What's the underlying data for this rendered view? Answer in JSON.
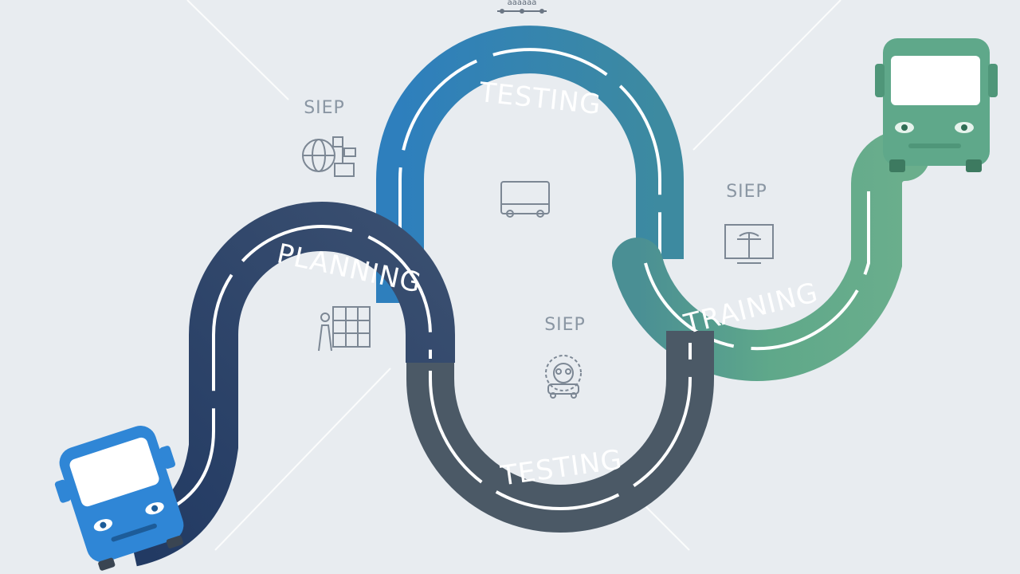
{
  "top_caption": "aaaaaa",
  "step_label": "SIEP",
  "roads": {
    "planning": "PLANNING",
    "testing_top": "TESTING",
    "testing_bottom": "TESTING",
    "training": "TRAINING"
  },
  "colors": {
    "background": "#e8ecf0",
    "planning_road": "#2d4a73",
    "testing_top_road": "#2e7fbd",
    "testing_bottom_road": "#4b5966",
    "training_road": "#5fa88a",
    "bus_blue": "#2f86d6",
    "bus_green": "#5fa88a",
    "icon_gray": "#7c8794"
  }
}
